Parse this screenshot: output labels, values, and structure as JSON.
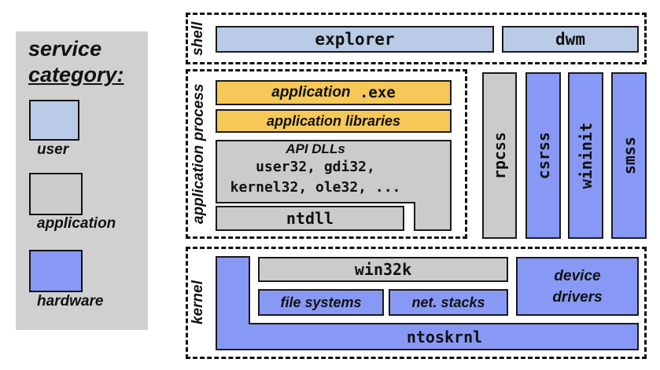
{
  "legend": {
    "title_line1": "service",
    "title_line2": "category:",
    "items": [
      {
        "label": "user",
        "color": "#b9cbe6"
      },
      {
        "label": "application",
        "color": "#cbcbcb"
      },
      {
        "label": "hardware",
        "color": "#8899f5"
      }
    ]
  },
  "shell": {
    "label": "shell",
    "explorer": "explorer",
    "dwm": "dwm"
  },
  "application_process": {
    "label": "application process",
    "exe_italic": "application",
    "exe_suffix": " .exe",
    "libraries": "application libraries",
    "api_title": "API DLLs",
    "api_line2": "user32, gdi32,",
    "api_line3": "kernel32, ole32, ...",
    "ntdll": "ntdll"
  },
  "services": {
    "rpcss": "rpcss",
    "csrss": "csrss",
    "wininit": "wininit",
    "smss": "smss"
  },
  "kernel": {
    "label": "kernel",
    "win32k": "win32k",
    "file_systems": "file systems",
    "net_stacks": "net. stacks",
    "device_line1": "device",
    "device_line2": "drivers",
    "ntoskrnl": "ntoskrnl"
  },
  "colors": {
    "user": "#b9cbe6",
    "application": "#cbcbcb",
    "hardware": "#8899f5",
    "app_code": "#f5c858"
  }
}
